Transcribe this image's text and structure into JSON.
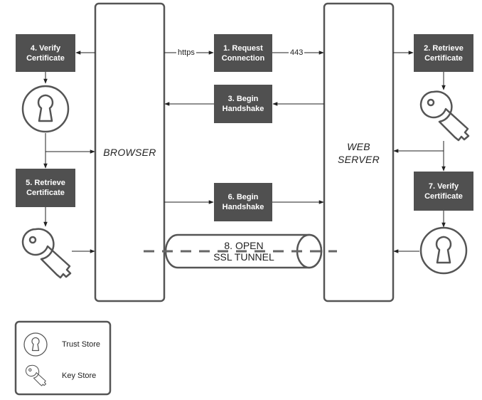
{
  "entities": {
    "browser": "BROWSER",
    "web_server": [
      "WEB",
      "SERVER"
    ]
  },
  "steps": {
    "s1": [
      "1. Request",
      "Connection"
    ],
    "s2": [
      "2. Retrieve",
      "Certificate"
    ],
    "s3": [
      "3. Begin",
      "Handshake"
    ],
    "s4": [
      "4. Verify",
      "Certificate"
    ],
    "s5": [
      "5. Retrieve",
      "Certificate"
    ],
    "s6": [
      "6. Begin",
      "Handshake"
    ],
    "s7": [
      "7. Verify",
      "Certificate"
    ]
  },
  "connection_labels": {
    "protocol": "https",
    "port": "443"
  },
  "tunnel": [
    "8. OPEN",
    "SSL TUNNEL"
  ],
  "legend": {
    "trust_store": "Trust Store",
    "key_store": "Key Store"
  },
  "icons": [
    "trust-store-icon",
    "key-store-icon"
  ],
  "colors": {
    "step_box": "#505050",
    "outline": "#555555",
    "text": "#222222"
  }
}
